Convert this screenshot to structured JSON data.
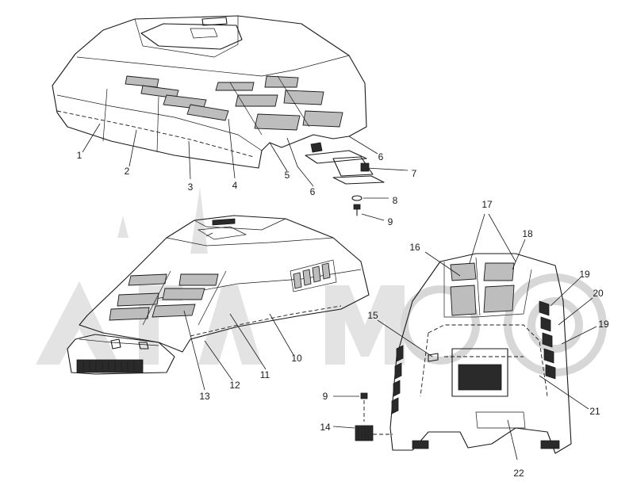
{
  "callouts": [
    {
      "id": "1",
      "label": "1"
    },
    {
      "id": "2",
      "label": "2"
    },
    {
      "id": "3",
      "label": "3"
    },
    {
      "id": "4",
      "label": "4"
    },
    {
      "id": "5",
      "label": "5"
    },
    {
      "id": "6a",
      "label": "6"
    },
    {
      "id": "6b",
      "label": "6"
    },
    {
      "id": "7",
      "label": "7"
    },
    {
      "id": "8",
      "label": "8"
    },
    {
      "id": "9a",
      "label": "9"
    },
    {
      "id": "10",
      "label": "10"
    },
    {
      "id": "11",
      "label": "11"
    },
    {
      "id": "12",
      "label": "12"
    },
    {
      "id": "13",
      "label": "13"
    },
    {
      "id": "14",
      "label": "14"
    },
    {
      "id": "15",
      "label": "15"
    },
    {
      "id": "16",
      "label": "16"
    },
    {
      "id": "17",
      "label": "17"
    },
    {
      "id": "18",
      "label": "18"
    },
    {
      "id": "19a",
      "label": "19"
    },
    {
      "id": "20",
      "label": "20"
    },
    {
      "id": "19b",
      "label": "19"
    },
    {
      "id": "9b",
      "label": "9"
    },
    {
      "id": "21",
      "label": "21"
    },
    {
      "id": "22",
      "label": "22"
    }
  ]
}
